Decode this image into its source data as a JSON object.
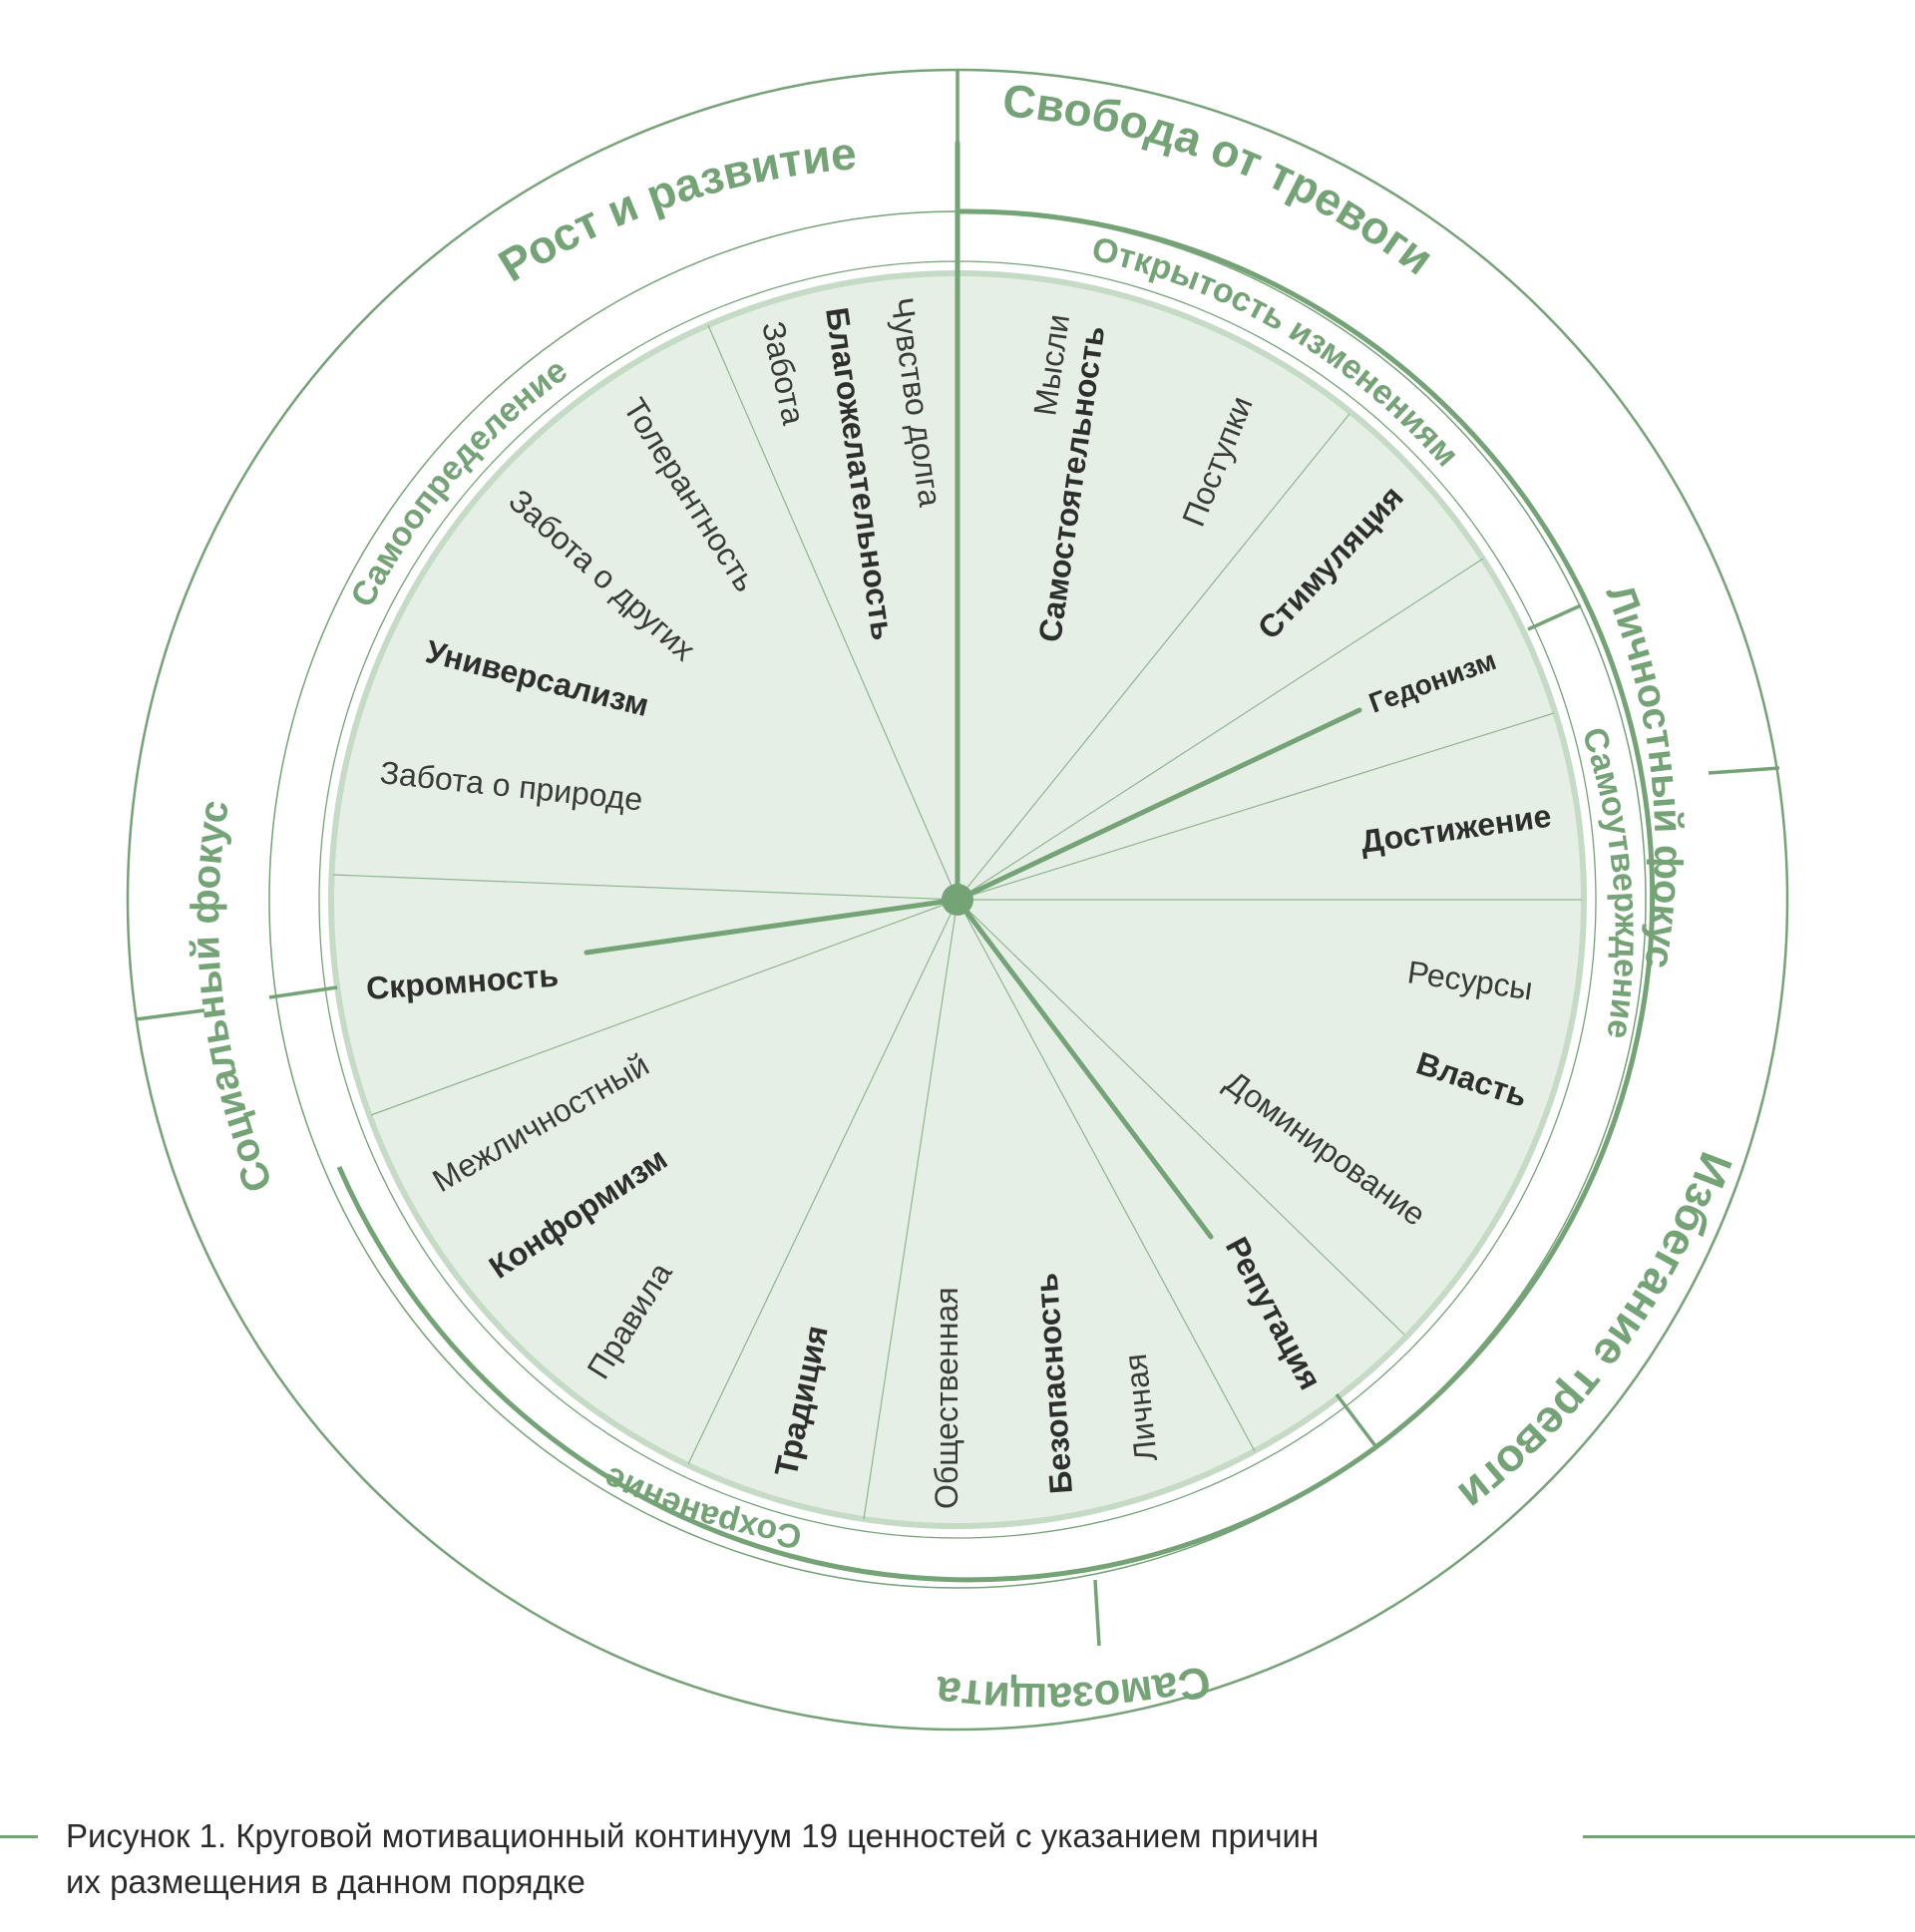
{
  "colors": {
    "accent": "#74a376",
    "fill": "#e6efe6",
    "text": "#2e2e2e"
  },
  "outer_labels": [
    {
      "id": "growth",
      "text": "Рост и развитие"
    },
    {
      "id": "freedom",
      "text": "Свобода от тревоги"
    },
    {
      "id": "personal",
      "text": "Личностный фокус"
    },
    {
      "id": "anxiety",
      "text": "Избегание тревоги"
    },
    {
      "id": "selfprotect",
      "text": "Самозащита"
    },
    {
      "id": "social",
      "text": "Социальный фокус"
    }
  ],
  "mid_labels": [
    {
      "id": "selftrans",
      "text": "Самоопределение"
    },
    {
      "id": "openness",
      "text": "Открытость изменениям"
    },
    {
      "id": "selfenh",
      "text": "Самоутверждение"
    },
    {
      "id": "conserv",
      "text": "Сохранение"
    }
  ],
  "values": [
    {
      "id": "v1",
      "text": "Чувство долга"
    },
    {
      "id": "v2",
      "text": "Благожелательность"
    },
    {
      "id": "v3",
      "text": "Забота"
    },
    {
      "id": "v4",
      "text": "Толерантность"
    },
    {
      "id": "v5",
      "text": "Забота о других"
    },
    {
      "id": "v6",
      "text": "Универсализм"
    },
    {
      "id": "v7",
      "text": "Забота о природе"
    },
    {
      "id": "v8",
      "text": "Мысли"
    },
    {
      "id": "v9",
      "text": "Самостоятельность"
    },
    {
      "id": "v10",
      "text": "Поступки"
    },
    {
      "id": "v11",
      "text": "Стимуляция"
    },
    {
      "id": "v12",
      "text": "Гедонизм"
    },
    {
      "id": "v13",
      "text": "Достижение"
    },
    {
      "id": "v14",
      "text": "Ресурсы"
    },
    {
      "id": "v15",
      "text": "Власть"
    },
    {
      "id": "v16",
      "text": "Доминирование"
    },
    {
      "id": "v17",
      "text": "Репутация"
    },
    {
      "id": "v18",
      "text": "Личная"
    },
    {
      "id": "v19",
      "text": "Безопасность"
    },
    {
      "id": "v20",
      "text": "Общественная"
    },
    {
      "id": "v21",
      "text": "Традиция"
    },
    {
      "id": "v22",
      "text": "Правила"
    },
    {
      "id": "v23",
      "text": "Конформизм"
    },
    {
      "id": "v24",
      "text": "Межличностный"
    },
    {
      "id": "v25",
      "text": "Скромность"
    }
  ],
  "caption": {
    "line1": "Рисунок 1. Круговой мотивационный континуум 19 ценностей с указанием причин",
    "line2": "их размещения в данном порядке"
  }
}
